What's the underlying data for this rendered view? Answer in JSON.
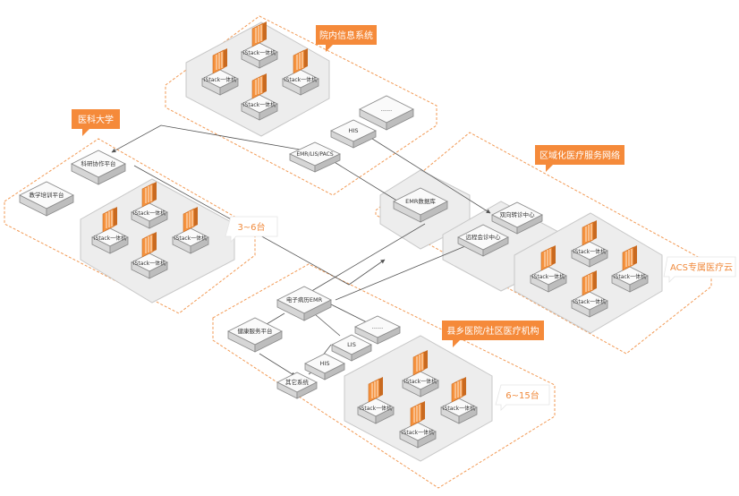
{
  "colors": {
    "orange": "#f58a3a",
    "dashed": "#f29a55",
    "hexFill": "#ededed",
    "hexStroke": "#c8c8c8",
    "line": "#555555"
  },
  "callouts": {
    "hospital_info": "院内信息系统",
    "medical_univ": "医科大学",
    "regional": "区域化医疗服务网络",
    "county": "县乡医院/社区医疗机构"
  },
  "notes": {
    "univ_count": "3~6台",
    "acs": "ACS专属医疗云",
    "county_count": "6~15台"
  },
  "nodes": {
    "his_top": "HIS",
    "dots_top": "......",
    "emr_lis_pacs": "EMR/LIS/PACS",
    "research": "科研协作平台",
    "teaching": "教学培训平台",
    "emr_db": "EMR数据库",
    "dual_referral": "双向转诊中心",
    "remote_consult": "远程会诊中心",
    "ehr": "电子病历EMR",
    "dots_mid": "......",
    "health_service": "健康服务平台",
    "lis": "LIS",
    "his_low": "HIS",
    "other_sys": "其它系统"
  },
  "istack": {
    "label_a": "iStack一体机",
    "label_b": "iStack一体机"
  }
}
